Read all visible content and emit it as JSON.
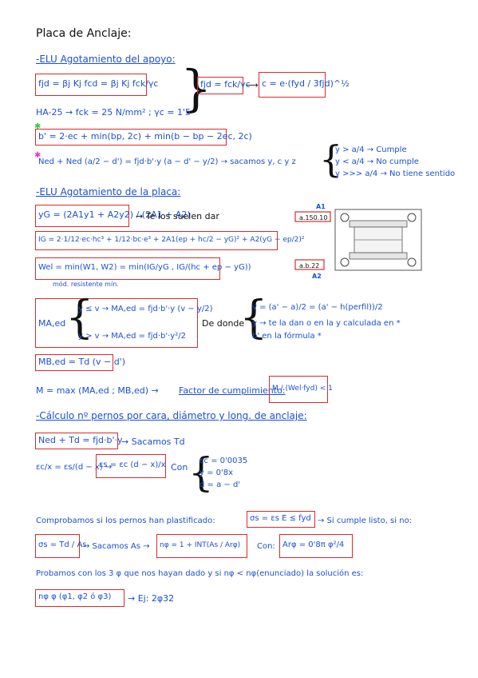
{
  "title": "Placa de Anclaje:",
  "s1": {
    "heading": "-ELU Agotamiento del apoyo:",
    "f1": "fjd = βj Kj fcd = βj Kj fck/γc",
    "f2": "fjd = fck/γc",
    "f3": "c = e·(fyd / 3fjd)^½",
    "f4": "HA-25 → fck = 25 N/mm² ; γc = 1'5",
    "f5": "b' = 2·ec + min(bp, 2c) + min(b − bp − 2ec, 2c)",
    "f6": "Ned + Ned (a/2 − d') = fjd·b'·y (a − d' − y/2) → sacamos y, c y z",
    "cond1": "y > a/4 → Cumple",
    "cond2": "y < a/4 → No cumple",
    "cond3": "y >>> a/4 → No tiene sentido"
  },
  "s2": {
    "heading": "-ELU Agotamiento de la placa:",
    "f1": "yG = (2A1y1 + A2y2) / (2A1 + A2)",
    "f1_note": "→ Te los suelen dar",
    "f2": "IG = 2·1/12·ec·hc³ + 1/12·bc·e³ + 2A1(ep + hc/2 − yG)² + A2(yG − ep/2)²",
    "f3": "Wel = min(W1, W2) = min(IG/yG , IG/(hc + ep − yG))",
    "f3_note": "mód. resistente mín.",
    "mh_label": "MA,ed",
    "mh1": "y ≤ v → MA,ed = fjd·b'·y (v − y/2)",
    "mh2": "y > v → MA,ed = fjd·b'·y²/2",
    "dedonde": "De donde",
    "d1": "v = (a' − a)/2 = (a' − h(perfil))/2",
    "d2": "y → te la dan o en la y calculada en *",
    "d3": "b' en la fórmula *",
    "f4": "MB,ed = Td (v − d')",
    "f5": "M = max (MA,ed ; MB,ed) →",
    "f5_link": "Factor de cumplimiento:",
    "f5_box": "M / (Wel·fyd) < 1",
    "diagram_a1": "A1",
    "diagram_a2": "A2",
    "diagram_top": "a.150.10",
    "diagram_bot": "a.b.22"
  },
  "s3": {
    "heading": "-Cálculo nº pernos por cara, diámetro y long. de anclaje:",
    "f1": "Ned + Td = fjd·b'·y",
    "f1_note": "→ Sacamos Td",
    "f2": "εc/x = εs/(d − x) →",
    "f2_box": "εs = εc (d − x)/x",
    "con": "Con",
    "c1": "εc = 0'0035",
    "c2": "y = 0'8x",
    "c3": "d = a − d'",
    "f3a": "Comprobamos si los pernos han plastificado:",
    "f3_box": "σs = εs E ≤ fyd",
    "f3b": "→ Si cumple listo, si no:",
    "f4_box1": "σs = Td / As",
    "f4_mid": "→ Sacamos As →",
    "f4_box2": "nφ = 1 + INT(As / Arφ)",
    "f4_con": "Con:",
    "f4_box3": "Arφ = 0'8π φ²/4",
    "f5": "Probamos con los 3 φ que nos hayan dado y si nφ < nφ(enunciado) la solución es:",
    "f6_box": "nφ φ (φ1, φ2 ó φ3)",
    "f6_ex": "→ Ej: 2φ32"
  }
}
